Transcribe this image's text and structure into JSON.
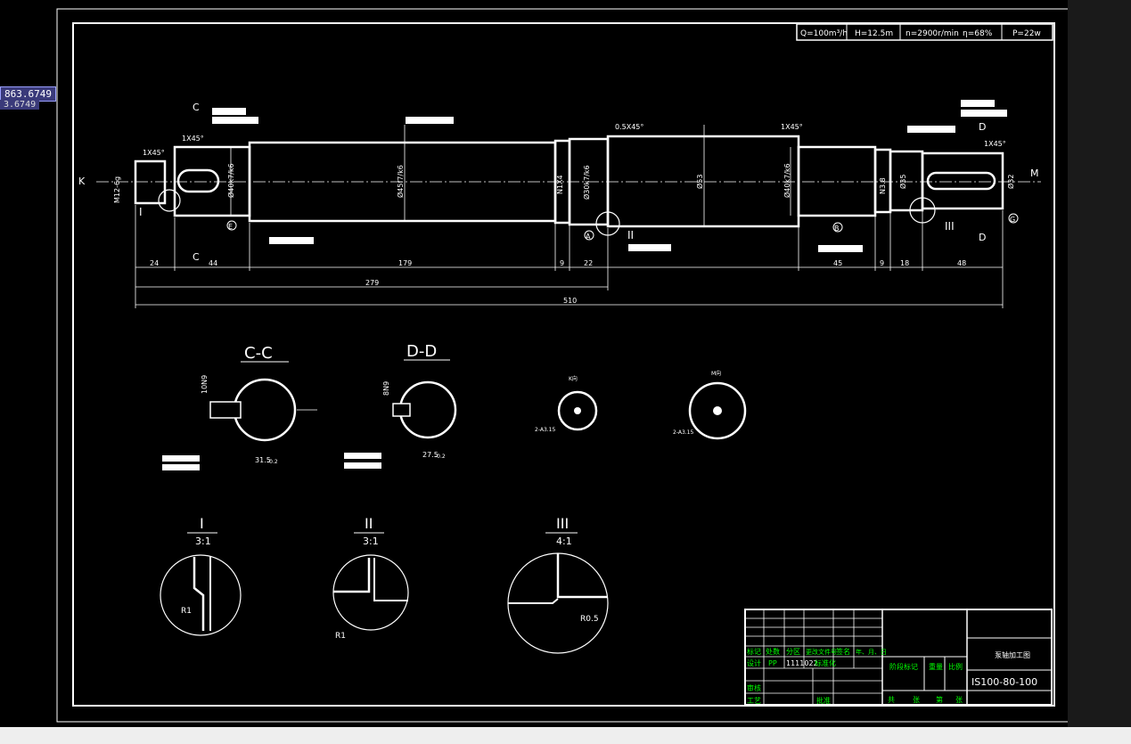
{
  "app": {
    "coord_readout": "863.6749",
    "coord_readout2": "3.6749"
  },
  "params": [
    "Q=100m³/h",
    "H=12.5m",
    "n=2900r/min",
    "η=68%",
    "P=22w"
  ],
  "shaft": {
    "labels": {
      "k": "K",
      "m": "M",
      "c_top": "C",
      "c_bot": "C",
      "d_top": "D",
      "d_bot": "D",
      "ch1": "1X45°",
      "ch2": "0.5X45°",
      "ch3": "1X45°",
      "ch4": "1X45°",
      "dia_left": "M12-6g",
      "dia_key": "Ø40k7/k6",
      "dia_body": "Ø45f7/k6",
      "dia_n1": "N1X4",
      "dia_bearing": "Ø30k7/k6",
      "dia_mid": "Ø53",
      "dia_right1": "Ø40k7/k6",
      "dia_n2": "N3.8",
      "dia_rr": "Ø35",
      "dia_end": "Ø32",
      "r1": "I",
      "r2": "II",
      "r3": "III",
      "da": "A",
      "db": "B",
      "de": "E",
      "dg": "G"
    },
    "dims": [
      "24",
      "44",
      "179",
      "9",
      "22",
      "45",
      "9",
      "18",
      "48"
    ],
    "total1": "279",
    "total2": "510"
  },
  "sections": {
    "cc": {
      "title": "C-C",
      "dim": "31.5",
      "dim_sub": "-0.2",
      "key": "10N9"
    },
    "dd": {
      "title": "D-D",
      "dim": "27.5",
      "dim_sub": "-0.2",
      "key": "8N9"
    },
    "k": {
      "title": "K向",
      "note": "2-A3.15"
    },
    "m": {
      "title": "M向",
      "note": "2-A3.15"
    }
  },
  "details": [
    {
      "title": "I",
      "scale": "3:1",
      "r": "R1"
    },
    {
      "title": "II",
      "scale": "3:1",
      "r": "R1"
    },
    {
      "title": "III",
      "scale": "4:1",
      "r": "R0.5"
    }
  ],
  "title_block": {
    "drawing_name": "泵轴加工图",
    "code": "IS100-80-100",
    "headers": [
      "标记",
      "处数",
      "分区",
      "更改文件号",
      "签名",
      "年、月、日"
    ],
    "design_row": [
      "设计",
      "PP",
      "1111022",
      "标准化"
    ],
    "stage_label": "阶段标记",
    "weight_label": "重量",
    "ratio_label": "比例",
    "review": "审核",
    "process": "工艺",
    "approve": "批准",
    "sheets": [
      "共",
      "张",
      "第",
      "张"
    ]
  },
  "colors": {
    "bg": "#000000",
    "line": "#ffffff",
    "label": "#00ff00"
  }
}
